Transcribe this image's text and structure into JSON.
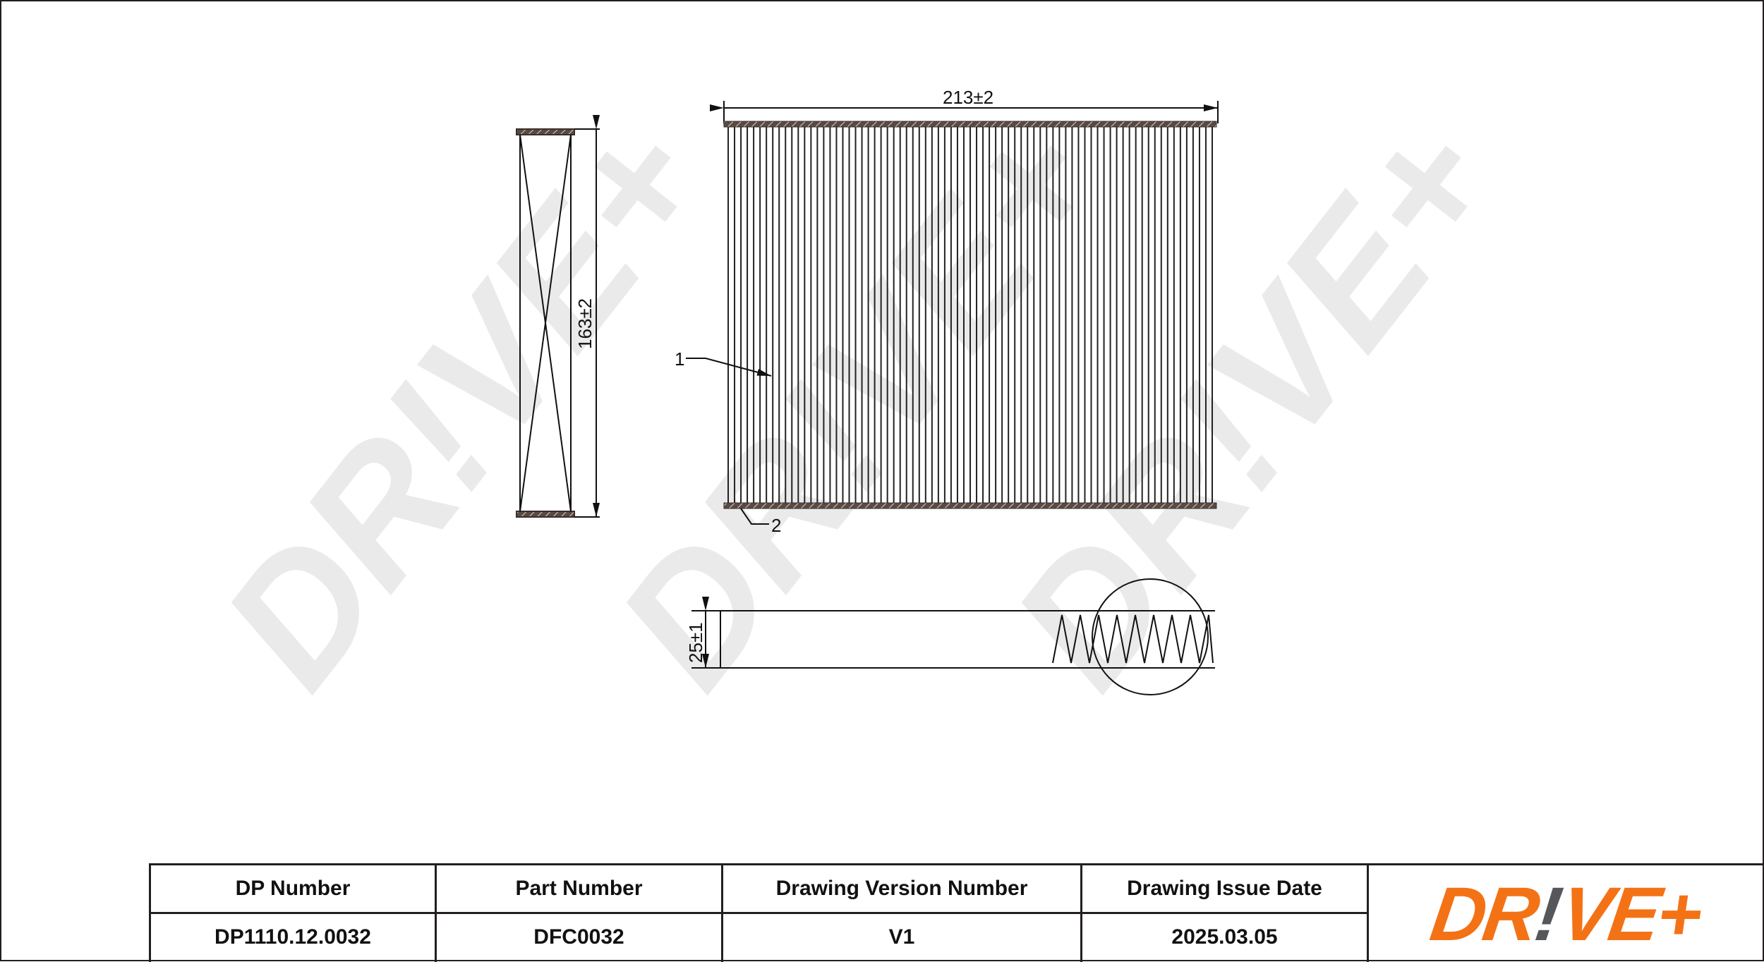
{
  "drawing": {
    "dimensions": {
      "width": "213±2",
      "height": "163±2",
      "depth": "25±1"
    },
    "callouts": [
      {
        "id": "1",
        "label": "1"
      },
      {
        "id": "2",
        "label": "2"
      }
    ],
    "watermark": "DR!VE+"
  },
  "title_block": {
    "headers": [
      "DP Number",
      "Part Number",
      "Drawing Version Number",
      "Drawing Issue Date"
    ],
    "values": [
      "DP1110.12.0032",
      "DFC0032",
      "V1",
      "2025.03.05"
    ],
    "logo": {
      "text_left": "DR",
      "text_bang": "!",
      "text_right": "VE+",
      "primary_color": "#f47216",
      "accent_color": "#55575a"
    }
  }
}
